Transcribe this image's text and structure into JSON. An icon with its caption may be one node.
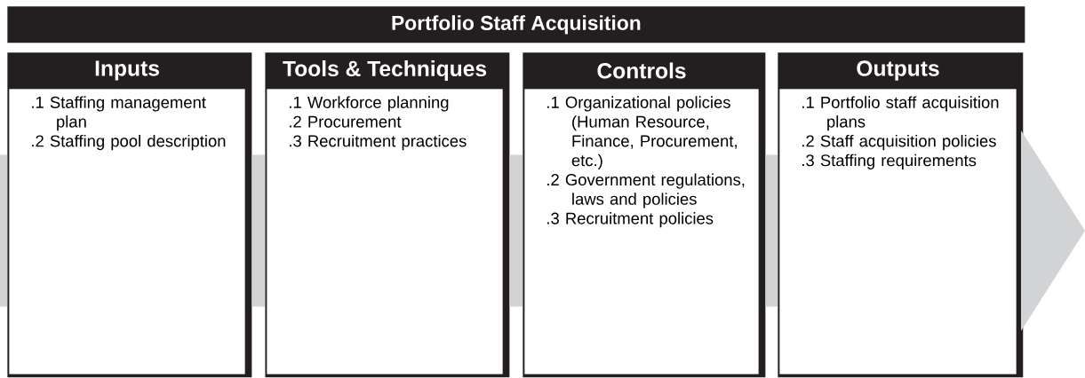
{
  "diagram": {
    "nodes": [
      {
        "text": [
          "Portfolio Staff Acquisition"
        ]
      },
      {
        "text": [
          "Inputs",
          ".1 Staffing management plan",
          ".2 Staffing pool description"
        ]
      },
      {
        "text": [
          "Tools & Techniques",
          ".1 Workforce planning",
          ".2 Procurement",
          ".3 Recruitment practices"
        ]
      },
      {
        "text": [
          "Controls",
          ".1 Organizational policies (Human Resource, Finance, Procurement, etc.)",
          ".2 Government regulations, laws and policies",
          ".3 Recruitment policies"
        ]
      },
      {
        "text": [
          "Outputs",
          ".1 Portfolio staff acquisition plans",
          ".2 Staff acquisition policies",
          ".3 Staffing requirements"
        ]
      }
    ],
    "edges": [
      {
        "from": null,
        "to": 1,
        "arrow": "none"
      },
      {
        "from": 1,
        "to": 2,
        "arrow": "none"
      },
      {
        "from": 2,
        "to": 3,
        "arrow": "none"
      },
      {
        "from": 3,
        "to": 4,
        "arrow": "none"
      },
      {
        "from": 4,
        "to": null,
        "arrow": "to"
      }
    ]
  }
}
